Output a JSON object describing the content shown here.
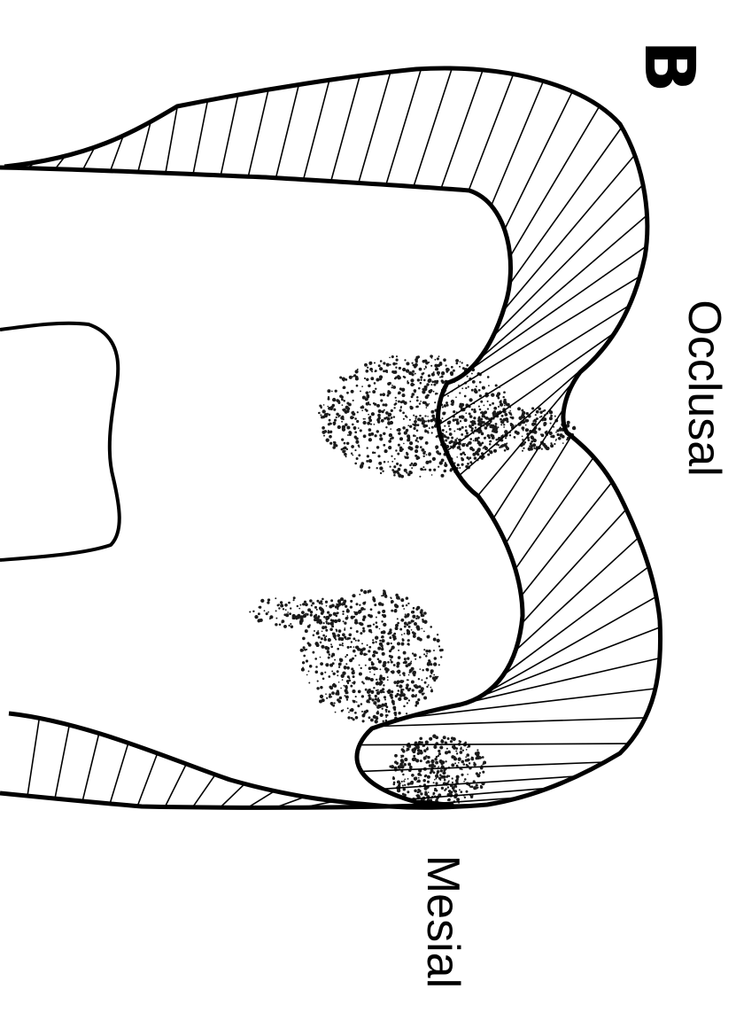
{
  "figure": {
    "panel_letter": "B",
    "labels": {
      "occlusal": "Occlusal",
      "mesial": "Mesial"
    },
    "colors": {
      "ink": "#000000",
      "paper": "#ffffff",
      "stipple": "#1a1a1a"
    }
  }
}
